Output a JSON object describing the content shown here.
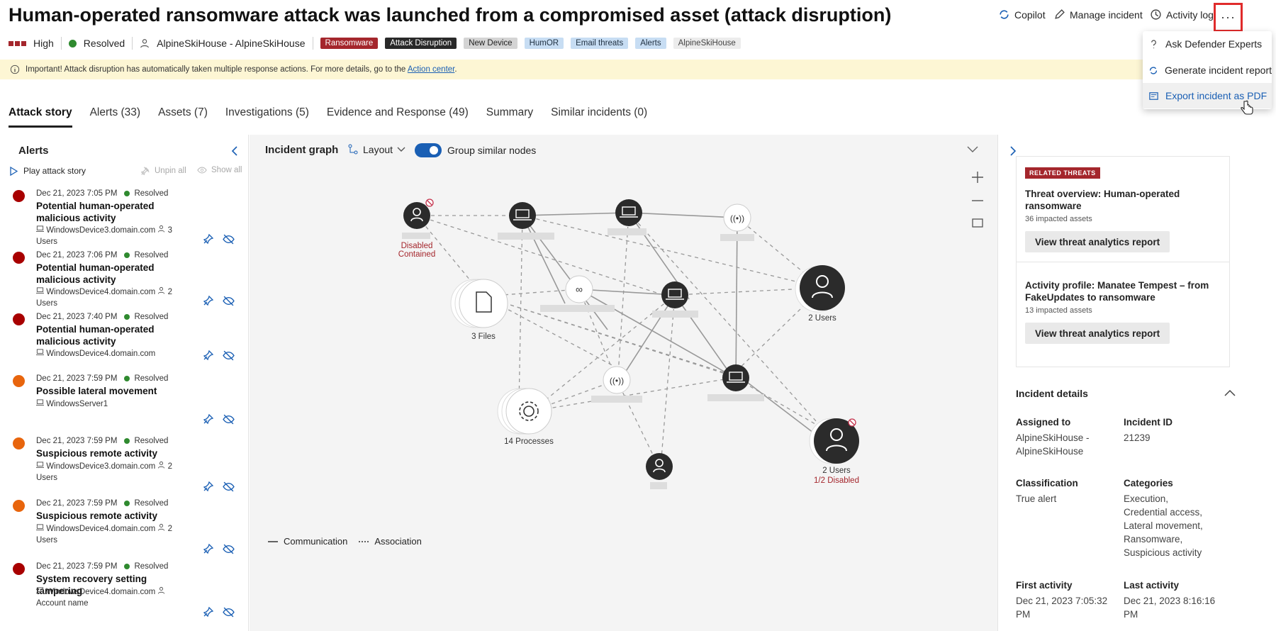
{
  "header": {
    "title": "Human-operated ransomware attack was launched from a compromised asset (attack disruption)",
    "actions": {
      "copilot": "Copilot",
      "manage": "Manage incident",
      "activity_log": "Activity log",
      "more": "···"
    }
  },
  "meta": {
    "severity": "High",
    "status": "Resolved",
    "owner": "AlpineSkiHouse - AlpineSkiHouse",
    "tags": [
      "Ransomware",
      "Attack Disruption",
      "New Device",
      "HumOR",
      "Email threats",
      "Alerts",
      "AlpineSkiHouse"
    ],
    "colors": {
      "severity": "#a4262c",
      "resolved": "#2f8a2f",
      "accent": "#1a5fb4"
    }
  },
  "banner": {
    "text": "Important! Attack disruption has automatically taken multiple response actions. For more details, go to the",
    "link": "Action center",
    "end": "."
  },
  "dropdown": {
    "items": [
      "Ask Defender Experts",
      "Generate incident report",
      "Export incident as PDF"
    ]
  },
  "tabs": [
    "Attack story",
    "Alerts (33)",
    "Assets (7)",
    "Investigations (5)",
    "Evidence and Response (49)",
    "Summary",
    "Similar incidents (0)"
  ],
  "alerts_pane": {
    "title": "Alerts",
    "play": "Play attack story",
    "unpin": "Unpin all",
    "show": "Show all",
    "items": [
      {
        "time": "Dec 21, 2023 7:05 PM",
        "status": "Resolved",
        "title": "Potential human-operated malicious activity",
        "device": "WindowsDevice3.domain.com",
        "users": "3",
        "users_label": "Users",
        "color": "#a80000"
      },
      {
        "time": "Dec 21, 2023 7:06 PM",
        "status": "Resolved",
        "title": "Potential human-operated malicious activity",
        "device": "WindowsDevice4.domain.com",
        "users": "2",
        "users_label": "Users",
        "color": "#a80000"
      },
      {
        "time": "Dec 21, 2023 7:40 PM",
        "status": "Resolved",
        "title": "Potential human-operated malicious activity",
        "device": "WindowsDevice4.domain.com",
        "users": "",
        "users_label": "",
        "color": "#a80000"
      },
      {
        "time": "Dec 21, 2023 7:59 PM",
        "status": "Resolved",
        "title": "Possible lateral movement",
        "device": "WindowsServer1",
        "users": "",
        "users_label": "",
        "color": "#e8650d"
      },
      {
        "time": "Dec 21, 2023 7:59 PM",
        "status": "Resolved",
        "title": "Suspicious remote activity",
        "device": "WindowsDevice3.domain.com",
        "users": "2",
        "users_label": "Users",
        "color": "#e8650d"
      },
      {
        "time": "Dec 21, 2023 7:59 PM",
        "status": "Resolved",
        "title": "Suspicious remote activity",
        "device": "WindowsDevice4.domain.com",
        "users": "2",
        "users_label": "Users",
        "color": "#e8650d"
      },
      {
        "time": "Dec 21, 2023 7:59 PM",
        "status": "Resolved",
        "title": "System recovery setting tampering",
        "device": "WindowsDevice4.domain.com",
        "users": "",
        "users_label": "Account name",
        "color": "#a80000"
      }
    ]
  },
  "graph": {
    "title": "Incident graph",
    "layout": "Layout",
    "group": "Group similar nodes",
    "legend": {
      "communication": "Communication",
      "association": "Association"
    },
    "labels": {
      "disabled": "Disabled",
      "contained": "Contained",
      "files": "3 Files",
      "users_a": "2 Users",
      "processes": "14 Processes",
      "users_b": "2 Users",
      "half_disabled": "1/2 Disabled"
    }
  },
  "right": {
    "badge": "RELATED THREATS",
    "threat1": {
      "title": "Threat overview: Human-operated ransomware",
      "assets": "36 impacted assets",
      "btn": "View threat analytics report"
    },
    "threat2": {
      "title": "Activity profile: Manatee Tempest – from FakeUpdates to ransomware",
      "assets": "13 impacted assets",
      "btn": "View threat analytics report"
    },
    "details_title": "Incident details",
    "assigned_label": "Assigned to",
    "assigned": "AlpineSkiHouse - AlpineSkiHouse",
    "id_label": "Incident ID",
    "id": "21239",
    "class_label": "Classification",
    "class": "True alert",
    "cat_label": "Categories",
    "cats": [
      "Execution,",
      "Credential access,",
      "Lateral movement,",
      "Ransomware,",
      "Suspicious activity"
    ],
    "first_label": "First activity",
    "first": "Dec 21, 2023 7:05:32 PM",
    "last_label": "Last activity",
    "last": "Dec 21, 2023 8:16:16 PM"
  }
}
